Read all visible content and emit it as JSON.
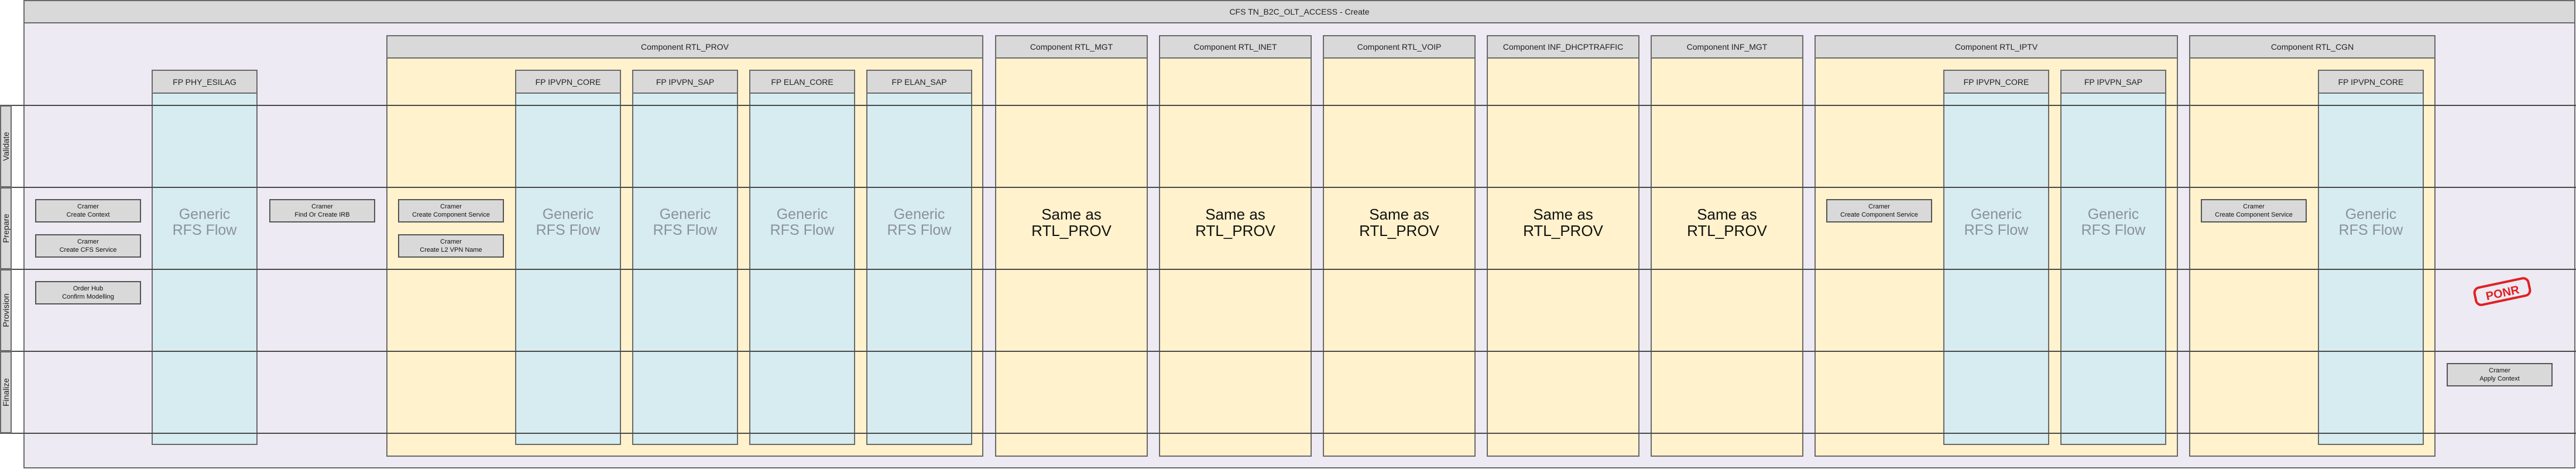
{
  "title": "CFS TN_B2C_OLT_ACCESS - Create",
  "lanes": [
    "Validate",
    "Prepare",
    "Provision",
    "Finalize"
  ],
  "fp_phy": {
    "label": "FP PHY_ESILAG",
    "generic_line1": "Generic",
    "generic_line2": "RFS Flow"
  },
  "comp_prov": {
    "label": "Component RTL_PROV",
    "fps": [
      {
        "label": "FP IPVPN_CORE",
        "generic_line1": "Generic",
        "generic_line2": "RFS Flow"
      },
      {
        "label": "FP IPVPN_SAP",
        "generic_line1": "Generic",
        "generic_line2": "RFS Flow"
      },
      {
        "label": "FP ELAN_CORE",
        "generic_line1": "Generic",
        "generic_line2": "RFS Flow"
      },
      {
        "label": "FP ELAN_SAP",
        "generic_line1": "Generic",
        "generic_line2": "RFS Flow"
      }
    ],
    "tasks": [
      {
        "line1": "Cramer",
        "line2": "Create Component Service"
      },
      {
        "line1": "Cramer",
        "line2": "Create L2 VPN Name"
      }
    ]
  },
  "same_components": [
    {
      "label": "Component RTL_MGT",
      "line1": "Same as",
      "line2": "RTL_PROV"
    },
    {
      "label": "Component RTL_INET",
      "line1": "Same as",
      "line2": "RTL_PROV"
    },
    {
      "label": "Component RTL_VOIP",
      "line1": "Same as",
      "line2": "RTL_PROV"
    },
    {
      "label": "Component INF_DHCPTRAFFIC",
      "line1": "Same as",
      "line2": "RTL_PROV"
    },
    {
      "label": "Component INF_MGT",
      "line1": "Same as",
      "line2": "RTL_PROV"
    }
  ],
  "comp_iptv": {
    "label": "Component RTL_IPTV",
    "fps": [
      {
        "label": "FP IPVPN_CORE",
        "generic_line1": "Generic",
        "generic_line2": "RFS Flow"
      },
      {
        "label": "FP IPVPN_SAP",
        "generic_line1": "Generic",
        "generic_line2": "RFS Flow"
      }
    ],
    "task": {
      "line1": "Cramer",
      "line2": "Create Component Service"
    }
  },
  "comp_cgn": {
    "label": "Component RTL_CGN",
    "fps": [
      {
        "label": "FP IPVPN_CORE",
        "generic_line1": "Generic",
        "generic_line2": "RFS Flow"
      }
    ],
    "task": {
      "line1": "Cramer",
      "line2": "Create Component Service"
    }
  },
  "left_tasks": [
    {
      "line1": "Cramer",
      "line2": "Create Context"
    },
    {
      "line1": "Cramer",
      "line2": "Create CFS Service"
    },
    {
      "line1": "Order Hub",
      "line2": "Confirm Modelling"
    }
  ],
  "find_task": {
    "line1": "Cramer",
    "line2": "Find Or Create IRB"
  },
  "apply_task": {
    "line1": "Cramer",
    "line2": "Apply Context"
  },
  "ponr_stamp": "PONR",
  "colors": {
    "outer_bg": "#edeaf3",
    "component_bg": "#fff2cc",
    "fp_bg": "#d7ecf1",
    "header_bg": "#d9d9d9",
    "task_bg": "#d9d9d9",
    "stamp": "#e02020",
    "generic_text": "#8a9298"
  }
}
